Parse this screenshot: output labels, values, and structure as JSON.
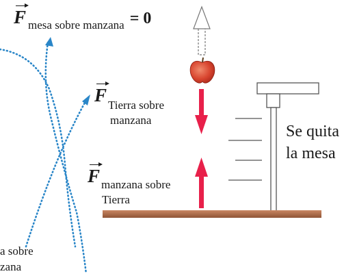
{
  "labels": {
    "f_mesa": {
      "symbol": "F",
      "sub": "mesa sobre manzana",
      "value": "= 0"
    },
    "f_tierra_manzana": {
      "symbol": "F",
      "sub_line1": "Tierra sobre",
      "sub_line2": "manzana"
    },
    "f_manzana_tierra": {
      "symbol": "F",
      "sub_line1": "manzana sobre",
      "sub_line2": "Tierra"
    },
    "mesa_note": {
      "line1": "Se quita",
      "line2": "la mesa"
    },
    "cut_text": {
      "line1": "a sobre",
      "line2": "zana"
    }
  },
  "colors": {
    "force_arrow": "#e8204a",
    "dotted_curve": "#2a86c8",
    "ground": "#b5724f",
    "apple": "#d8452f",
    "table_stroke": "#555555"
  }
}
